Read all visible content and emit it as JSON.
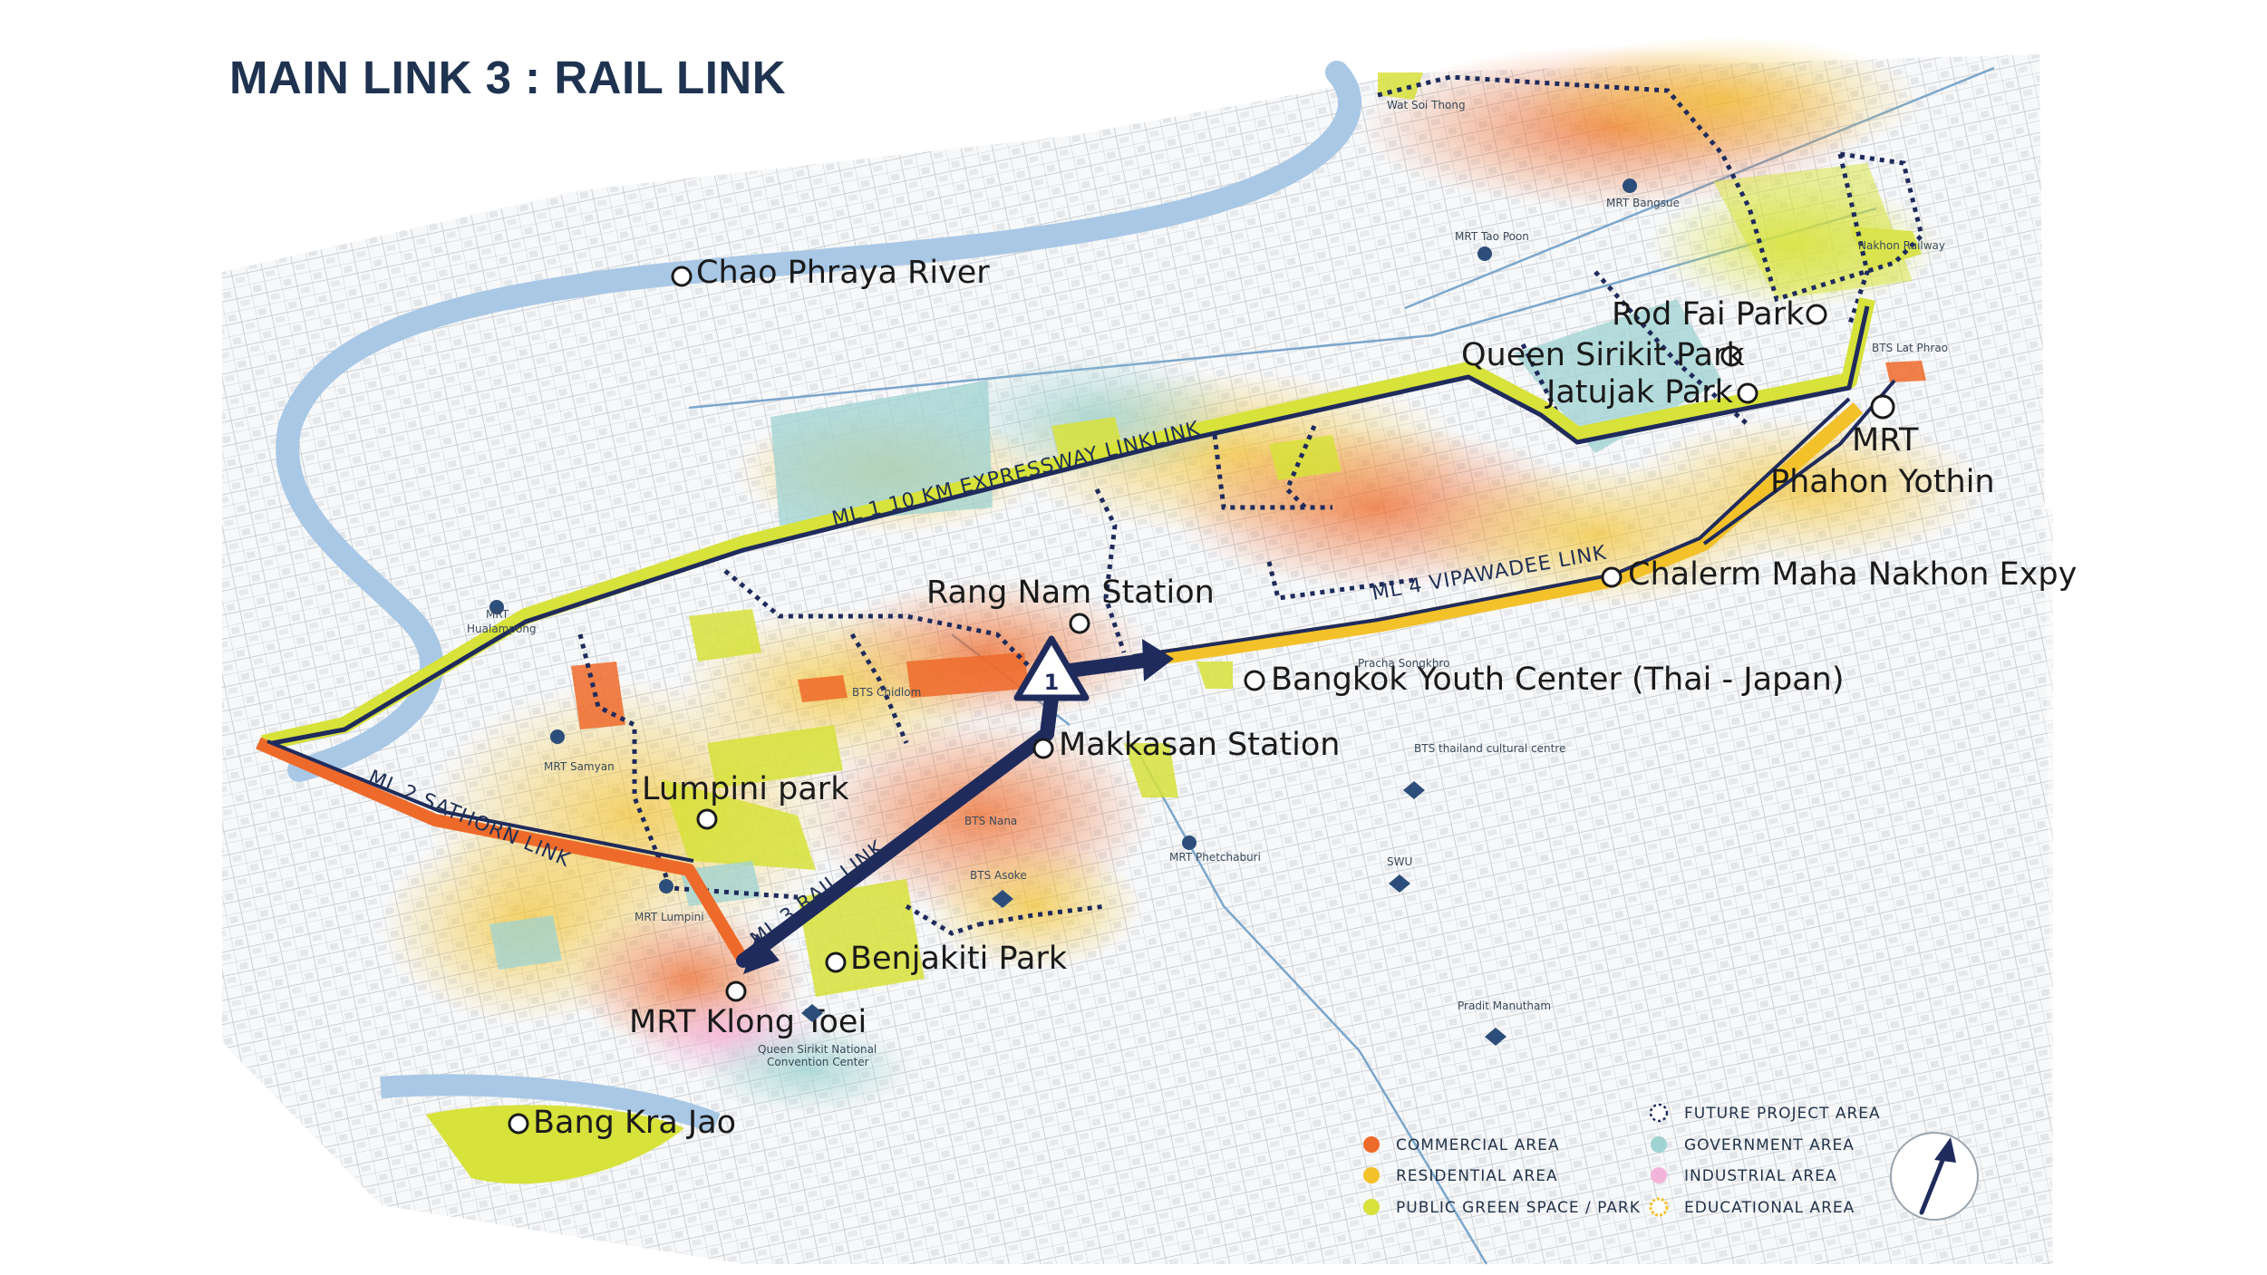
{
  "title": "MAIN LINK 3 : RAIL LINK",
  "colors": {
    "navy": "#1f2b5c",
    "lime": "#d7e23a",
    "orange": "#ee6a2a",
    "gold": "#f3c12a",
    "river": "#8fb8dc",
    "government": "#9fd3d1",
    "industrial": "#f3b4d9"
  },
  "routes": {
    "ml1": "ML 1 10 KM EXPRESSWAY LINKLINK",
    "ml2": "ML 2 SATHORN LINK",
    "ml3": "ML 3 RAIL LINK",
    "ml4": "ML 4 VIPAWADEE LINK"
  },
  "places": {
    "chao_phraya": "Chao Phraya River",
    "rod_fai": "Rod Fai Park",
    "queen_sirikit": "Queen Sirikit Park",
    "jatujak": "Jatujak Park",
    "mrt_phahon_1": "MRT",
    "mrt_phahon_2": "Phahon Yothin",
    "chalerm": "Chalerm Maha Nakhon Expy",
    "rang_nam": "Rang Nam Station",
    "youth_center": "Bangkok Youth Center (Thai - Japan)",
    "makkasan": "Makkasan Station",
    "lumpini": "Lumpini park",
    "benjakiti": "Benjakiti Park",
    "klong_toei": "MRT Klong Toei",
    "bang_kra_jao": "Bang Kra Jao"
  },
  "small_labels": {
    "wat_soi_thong": "Wat Soi Thong",
    "mrt_bangsue": "MRT Bangsue",
    "mrt_tao_poon": "MRT Tao Poon",
    "mrt_hualampong_1": "MRT",
    "mrt_hualampong_2": "Hualampong",
    "pracha_songkhro": "Pracha Songkhro",
    "bts_cultural": "BTS thailand cultural centre",
    "bts_asoke": "BTS Asoke",
    "swu": "SWU",
    "pradit": "Pradit Manutham",
    "qsncc_1": "Queen Sirikit National",
    "qsncc_2": "Convention Center",
    "mrt_samyan": "MRT Samyan",
    "mrt_lumpini": "MRT Lumpini",
    "bts_chidlom": "BTS Chidlom",
    "bts_nana": "BTS Nana",
    "mrt_phetchaburi": "MRT Phetchaburi",
    "nakhon_railway": "Nakhon Railway",
    "bts_lat_phrao": "BTS Lat Phrao"
  },
  "marker": {
    "number": "1"
  },
  "legend": [
    {
      "label": "COMMERCIAL AREA",
      "color": "#ee6a2a"
    },
    {
      "label": "RESIDENTIAL AREA",
      "color": "#f3c12a"
    },
    {
      "label": "PUBLIC GREEN SPACE / PARK",
      "color": "#d7e23a"
    },
    {
      "label": "FUTURE PROJECT AREA",
      "color": "#1f2b5c"
    },
    {
      "label": "GOVERNMENT AREA",
      "color": "#9fd3d1"
    },
    {
      "label": "INDUSTRIAL AREA",
      "color": "#f3b4d9"
    },
    {
      "label": "EDUCATIONAL AREA",
      "color": "#f3c12a"
    }
  ],
  "north_arrow": "north-arrow-icon"
}
